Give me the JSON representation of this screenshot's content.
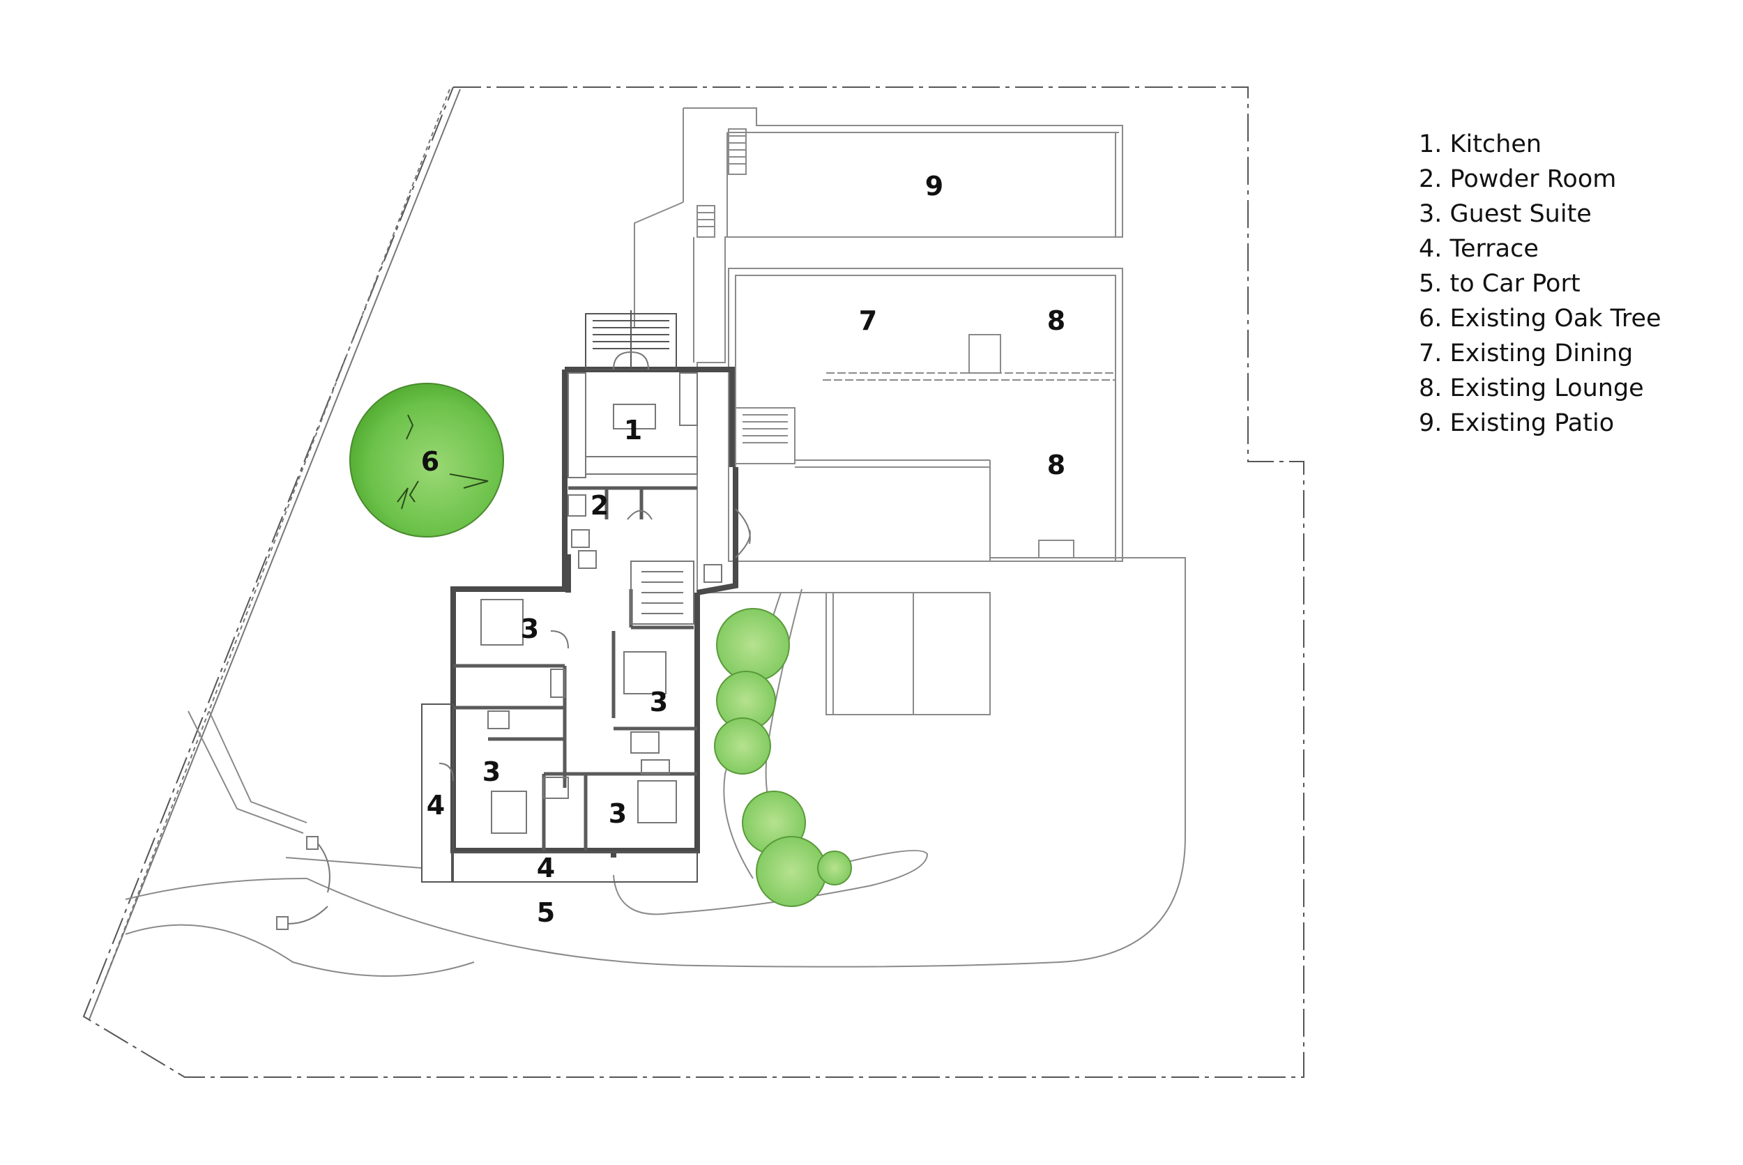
{
  "legend": [
    "1. Kitchen",
    "2. Powder Room",
    "3. Guest Suite",
    "4. Terrace",
    "5. to Car Port",
    "6. Existing Oak Tree",
    "7. Existing Dining",
    "8. Existing Lounge",
    "9. Existing Patio"
  ],
  "labels": {
    "kitchen": "1",
    "powder_room": "2",
    "guest_suite": "3",
    "terrace": "4",
    "car_port": "5",
    "oak_tree": "6",
    "dining": "7",
    "lounge": "8",
    "patio": "9"
  },
  "colors": {
    "wall": "#4a4a4a",
    "line": "#8a8a8a",
    "tree_green": "#6cc24a",
    "tree_light": "#a8dc82"
  }
}
